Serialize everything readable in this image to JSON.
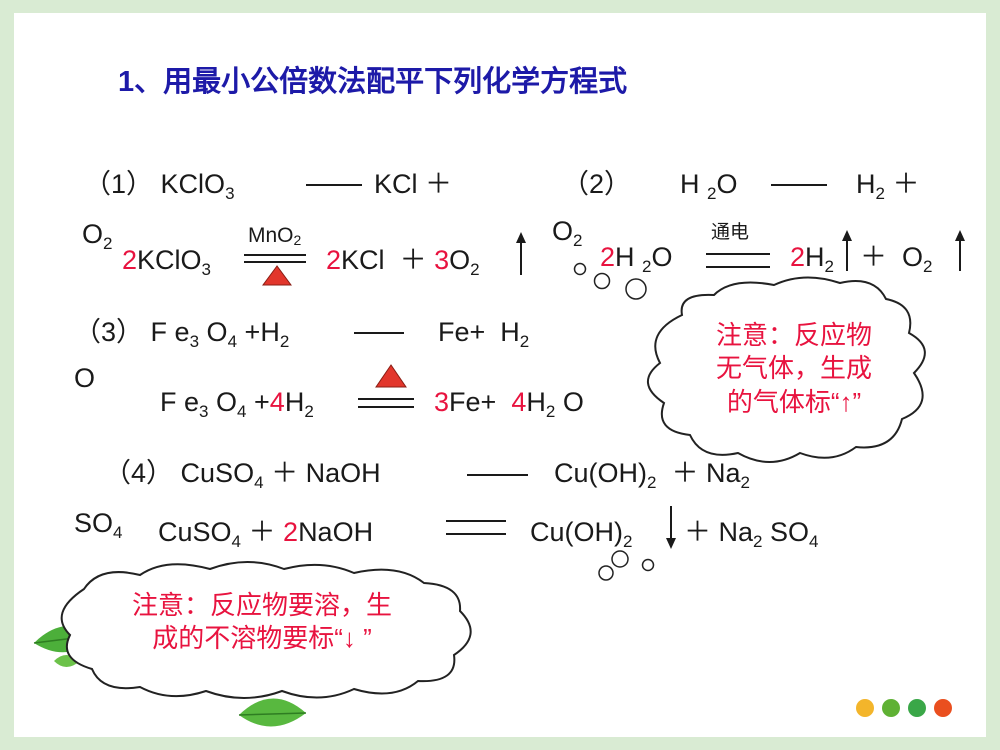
{
  "title": "1、用最小公倍数法配平下列化学方程式",
  "problems": {
    "p1": {
      "label": "（1）",
      "question": {
        "a": "KClO",
        "a_sub": "3",
        "b": "KCl ＋",
        "c": "O",
        "c_sub": "2"
      },
      "condition": {
        "main": "MnO",
        "sub": "2"
      },
      "answer": {
        "coef_a": "2",
        "a": "KClO",
        "a_sub": "3",
        "coef_b": "2",
        "b": "KCl",
        "plus": "＋",
        "coef_c": "3",
        "c": "O",
        "c_sub": "2"
      }
    },
    "p2": {
      "label": "（2）",
      "question": {
        "a": "H",
        "a_sub": "2",
        "a2": "O",
        "b": "H",
        "b_sub": "2",
        "plus": "＋",
        "c": "O",
        "c_sub": "2"
      },
      "condition": {
        "main": "通电"
      },
      "answer": {
        "coef_a": "2",
        "a": "H",
        "a_sub": "2",
        "a2": "O",
        "coef_b": "2",
        "b": "H",
        "b_sub": "2",
        "plus": "＋",
        "c": "O",
        "c_sub": "2"
      }
    },
    "p3": {
      "label": "（3）",
      "question": {
        "a": "F e",
        "a_sub": "3",
        "a2": "O",
        "a2_sub": "4",
        "plus1": "+",
        "b": "H",
        "b_sub": "2",
        "c": "Fe+",
        "d": "H",
        "d_sub": "2",
        "d2": "O"
      },
      "answer": {
        "a": "F e",
        "a_sub": "3",
        "a2": "O",
        "a2_sub": "4",
        "plus1": "+",
        "coef_b": "4",
        "b": "H",
        "b_sub": "2",
        "coef_c": "3",
        "c": "Fe+",
        "coef_d": "4",
        "d": "H",
        "d_sub": "2",
        "d2": "O"
      }
    },
    "p4": {
      "label": "（4）",
      "question": {
        "a": "CuSO",
        "a_sub": "4",
        "plus1": "＋",
        "b": "NaOH",
        "c": "Cu(OH)",
        "c_sub": "2",
        "plus2": "＋",
        "d": "Na",
        "d_sub": "2",
        "d2": "SO",
        "d2_sub": "4"
      },
      "answer": {
        "a": "CuSO",
        "a_sub": "4",
        "plus1": "＋",
        "coef_b": "2",
        "b": "NaOH",
        "c": "Cu(OH)",
        "c_sub": "2",
        "plus2": "＋",
        "d": "Na",
        "d_sub": "2",
        "d2": "SO",
        "d2_sub": "4"
      }
    }
  },
  "notes": {
    "gas": {
      "line1": "注意：反应物",
      "line2": "无气体，生成",
      "line3": "的气体标“↑”"
    },
    "precipitate": {
      "line1": "注意：反应物要溶，生",
      "line2": "成的不溶物要标“↓ ”"
    }
  },
  "colors": {
    "accent": "#e8133f",
    "title": "#1d1aa8",
    "frame": "#d9ebd3",
    "heat": "#e2362c",
    "leaf": "#4caf3a"
  },
  "icons": [
    "heating-triangle-icon",
    "gas-arrow-up-icon",
    "precipitate-arrow-down-icon",
    "leaf-icon",
    "thought-cloud"
  ],
  "nav_dots": [
    {
      "color": "#f3b52b"
    },
    {
      "color": "#5fb134"
    },
    {
      "color": "#3aa748"
    },
    {
      "color": "#ea4f1f"
    }
  ]
}
